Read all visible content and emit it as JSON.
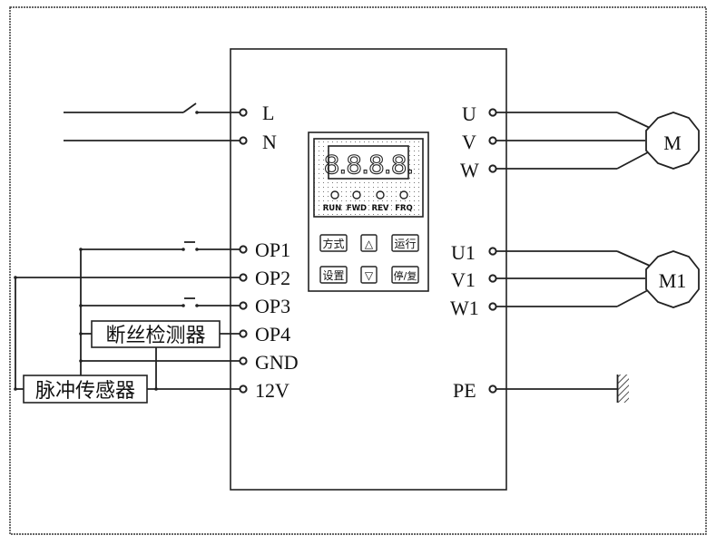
{
  "diagram": {
    "type": "wiring-diagram",
    "device": "inverter",
    "left_terminals": [
      {
        "id": "L",
        "label": "L"
      },
      {
        "id": "N",
        "label": "N"
      },
      {
        "id": "OP1",
        "label": "OP1"
      },
      {
        "id": "OP2",
        "label": "OP2"
      },
      {
        "id": "OP3",
        "label": "OP3"
      },
      {
        "id": "OP4",
        "label": "OP4"
      },
      {
        "id": "GND",
        "label": "GND"
      },
      {
        "id": "12V",
        "label": "12V"
      }
    ],
    "right_terminals": [
      {
        "id": "U",
        "label": "U"
      },
      {
        "id": "V",
        "label": "V"
      },
      {
        "id": "W",
        "label": "W"
      },
      {
        "id": "U1",
        "label": "U1"
      },
      {
        "id": "V1",
        "label": "V1"
      },
      {
        "id": "W1",
        "label": "W1"
      },
      {
        "id": "PE",
        "label": "PE"
      }
    ],
    "motors": [
      {
        "id": "M",
        "label": "M"
      },
      {
        "id": "M1",
        "label": "M1"
      }
    ],
    "sensors": {
      "break_detector": "断丝检测器",
      "pulse_sensor": "脉冲传感器"
    },
    "panel": {
      "display_digits": "8.8.8.8.",
      "indicators": [
        "RUN",
        "FWD",
        "REV",
        "FRQ"
      ],
      "buttons": {
        "mode": "方式",
        "up": "△",
        "run": "运行",
        "set": "设置",
        "down": "▽",
        "stop_reset": "停/复"
      }
    },
    "colors": {
      "line": "#222222",
      "background": "#ffffff"
    }
  }
}
